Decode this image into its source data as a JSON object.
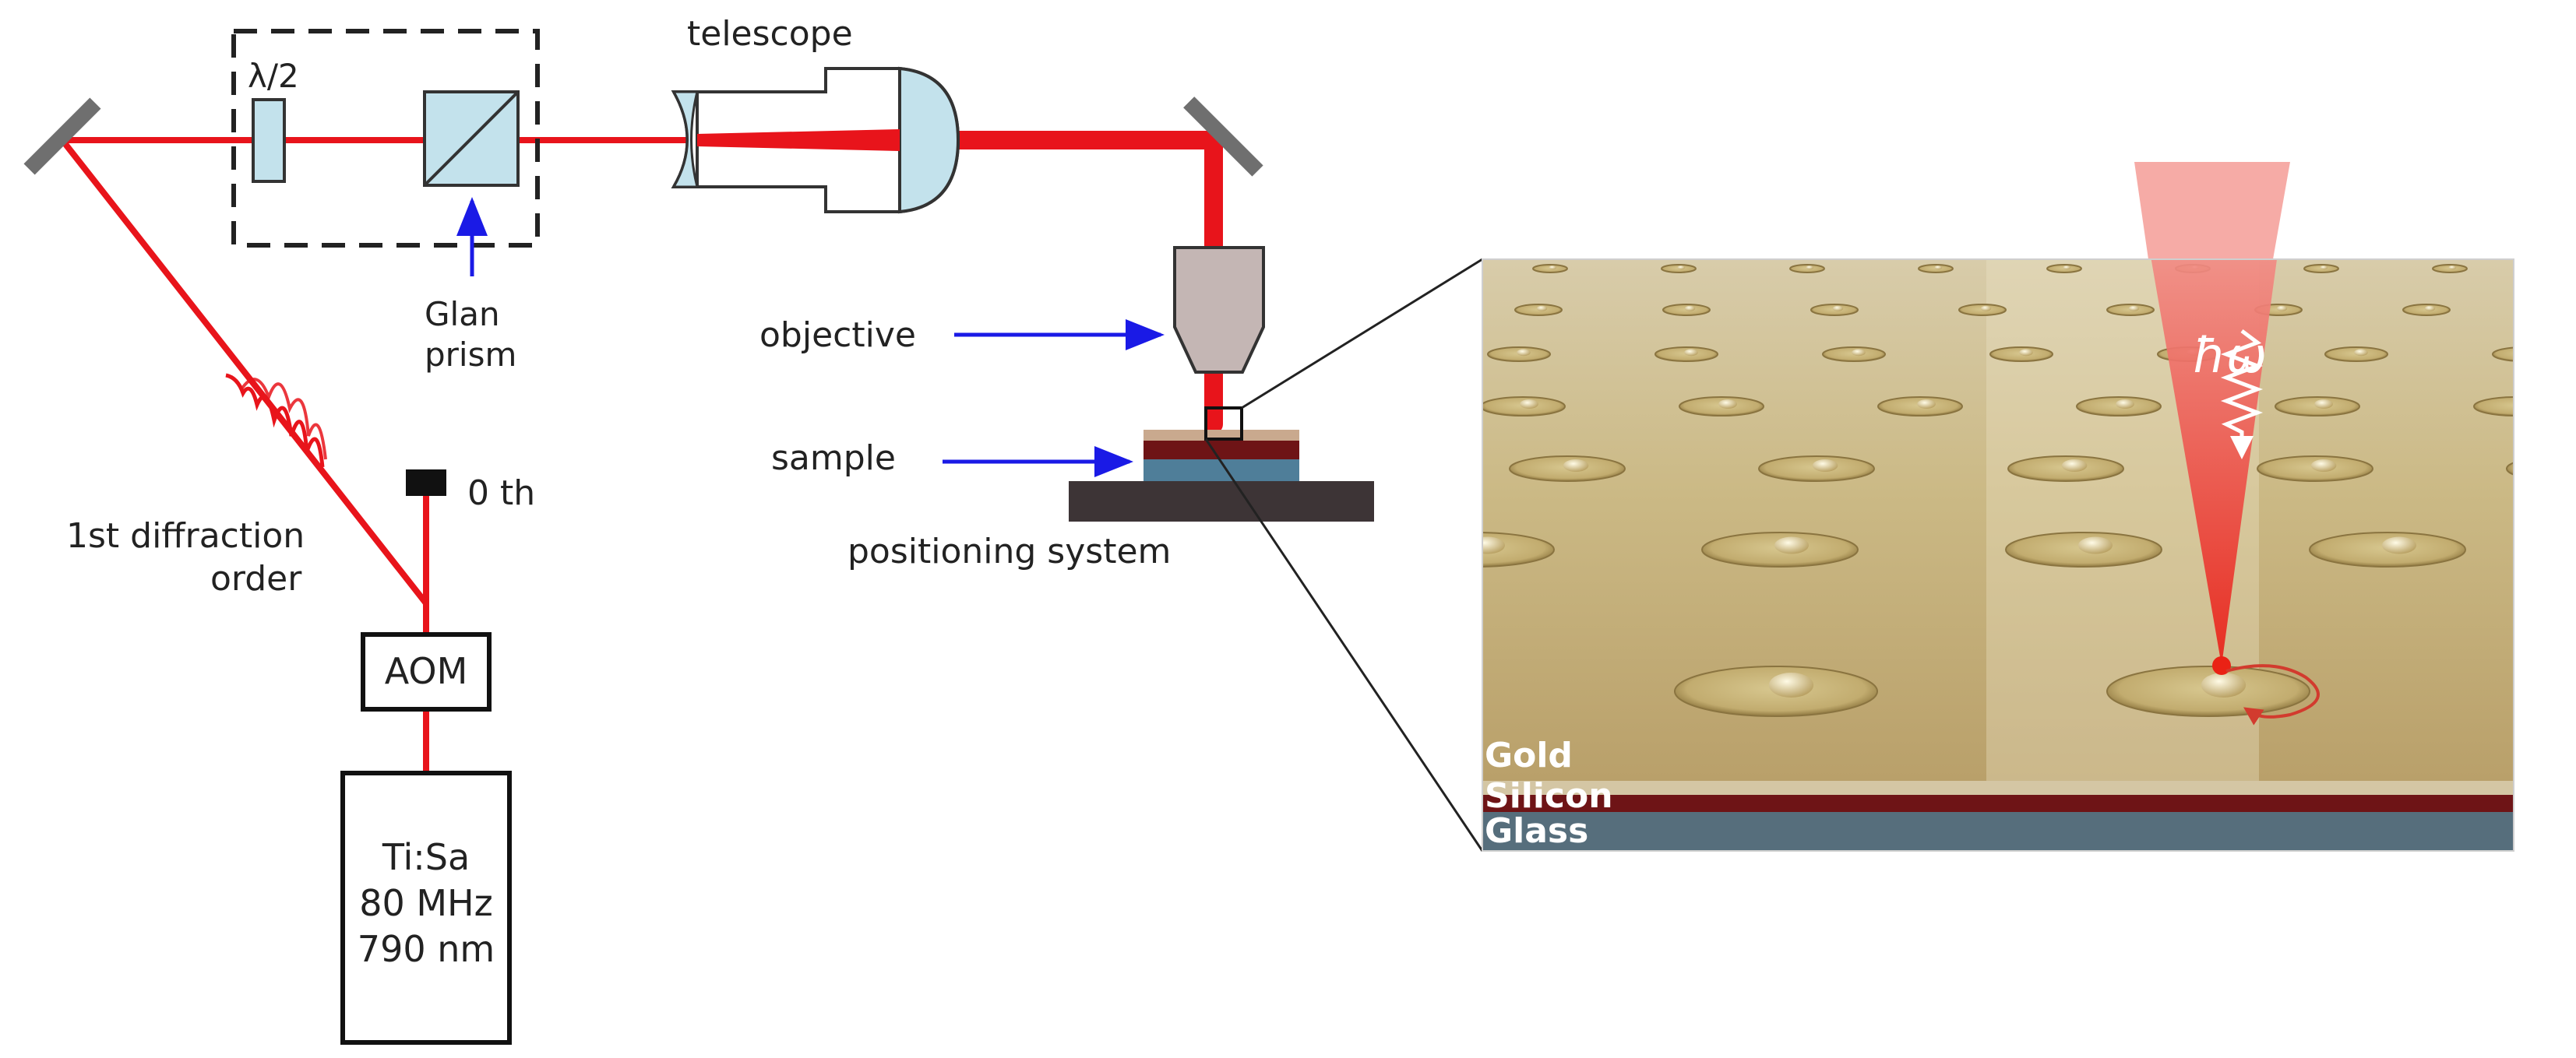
{
  "labels": {
    "half_wave_plate": "λ/2",
    "telescope": "telescope",
    "glan_prism_line1": "Glan",
    "glan_prism_line2": "prism",
    "objective": "objective",
    "sample": "sample",
    "positioning_system": "positioning system",
    "zeroth_order": "0 th",
    "first_order_line1": "1st diffraction",
    "first_order_line2": "order",
    "aom": "AOM",
    "laser_line1": "Ti:Sa",
    "laser_line2": "80 MHz",
    "laser_line3": "790 nm",
    "photon_energy": "ħω",
    "layer_gold": "Gold",
    "layer_silicon": "Silicon",
    "layer_glass": "Glass"
  },
  "colors": {
    "beam": "#e8141b",
    "arrow": "#1a1ae6",
    "gold_surface": "#c9b785",
    "silicon": "#6e1416",
    "glass": "#566e7c",
    "sample_base": "#3d3436",
    "objective": "#c4b6b4",
    "optics": "#c3e2ec"
  },
  "icons": {
    "mirror": "mirror-icon",
    "waveplate": "waveplate-icon",
    "prism": "glan-prism-icon",
    "telescope": "telescope-icon",
    "objective": "objective-lens-icon",
    "beam_dump": "beam-dump-icon",
    "pulse": "pulse-icon",
    "wavy_arrow": "photon-arrow-icon",
    "rotation": "rotation-arrow-icon"
  }
}
